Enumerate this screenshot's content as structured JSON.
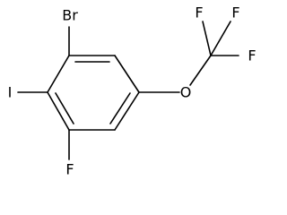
{
  "molecule": {
    "atoms": {
      "br": "Br",
      "i": "I",
      "f_ring": "F",
      "o": "O",
      "f_top_left": "F",
      "f_top_right": "F",
      "f_right": "F"
    },
    "colors": {
      "bond": "#000000",
      "label": "#000000",
      "background": "#ffffff"
    }
  }
}
